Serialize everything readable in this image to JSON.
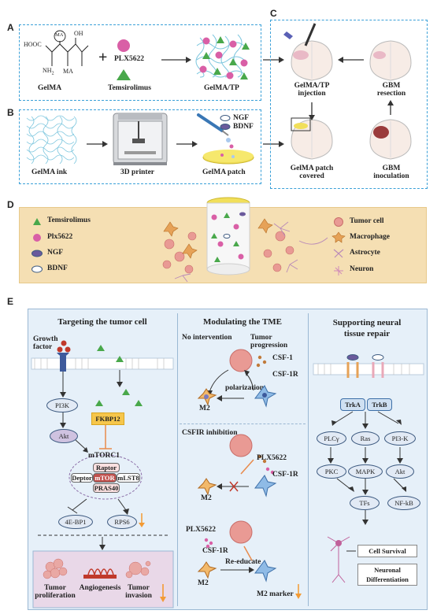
{
  "panels": {
    "a": "A",
    "b": "B",
    "c": "C",
    "d": "D",
    "e": "E"
  },
  "panel_a": {
    "gelma_label": "GelMA",
    "chem": {
      "hooc": "HOOC",
      "ma_top": "MA",
      "oh": "OH",
      "nh2": "NH",
      "nh2_sub": "2",
      "ma_bottom": "MA",
      "plus": "+"
    },
    "plx_label": "PLX5622",
    "tem_label": "Temsirolimus",
    "result_label": "GelMA/TP"
  },
  "panel_b": {
    "ink_label": "GelMA ink",
    "printer_label": "3D printer",
    "patch_label": "GelMA patch",
    "ngf_label": "NGF",
    "bdnf_label": "BDNF"
  },
  "panel_c": {
    "injection_label": [
      "GelMA/TP",
      "injection"
    ],
    "resection_label": [
      "GBM",
      "resection"
    ],
    "covered_label": [
      "GelMA patch",
      "covered"
    ],
    "inoculation_label": [
      "GBM",
      "inoculation"
    ]
  },
  "panel_d": {
    "left_legend": [
      "Temsirolimus",
      "Plx5622",
      "NGF",
      "BDNF"
    ],
    "right_legend": [
      "Tumor cell",
      "Macrophage",
      "Astrocyte",
      "Neuron"
    ]
  },
  "panel_e": {
    "col1": {
      "title": "Targeting the tumor cell",
      "growth_factor": [
        "Growth",
        "factor"
      ],
      "pi3k": "PI3K",
      "fkbp12": "FKBP12",
      "akt": "Akt",
      "mtorc1": "mTORC1",
      "raptor": "Raptor",
      "deptor": "Deptor",
      "mtor": "mTOR",
      "mlst8": "mLST8",
      "pras40": "PRAS40",
      "ebp1": "4E-BP1",
      "rps6": "RPS6",
      "outcomes": [
        [
          "Tumor",
          "proliferation"
        ],
        [
          "Angiogenesis"
        ],
        [
          "Tumor",
          "invasion"
        ]
      ]
    },
    "col2": {
      "title": "Modulating the TME",
      "no_intervention": "No intervention",
      "tumor_progression": [
        "Tumor",
        "progression"
      ],
      "csf1": "CSF-1",
      "csf1r": "CSF-1R",
      "polarization": "polarization",
      "m2": "M2",
      "csf1r_inhibition": "CSFIR inhibition",
      "plx5622": "PLX5622",
      "re_educate": "Re-educate",
      "m2_marker": "M2 marker"
    },
    "col3": {
      "title": [
        "Supporting neural",
        "tissue repair"
      ],
      "trka": "TrkA",
      "trkb": "TrkB",
      "plcy": "PLCγ",
      "ras": "Ras",
      "pi3k": "PI3-K",
      "pkc": "PKC",
      "mapk": "MAPK",
      "akt": "Akt",
      "tfs": "TFs",
      "nfkb": "NF-kB",
      "cell_survival": "Cell Survival",
      "neuronal_diff": [
        "Neuronal",
        "Differentiation"
      ]
    }
  },
  "colors": {
    "dash": "#3aa0d8",
    "gel": "#a8dcea",
    "pink": "#d95fa6",
    "green": "#49a84b",
    "purple": "#6a5a9c",
    "orange": "#f39a33",
    "panel_d_bg": "#f5dfb3",
    "panel_e_bg": "#e6f0f9"
  }
}
